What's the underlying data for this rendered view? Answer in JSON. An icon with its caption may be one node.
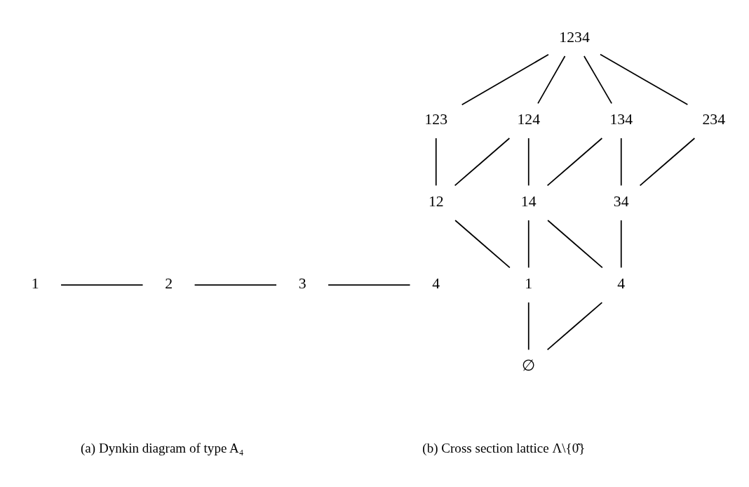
{
  "diagram": {
    "nodes": [
      {
        "text": [
          "1"
        ]
      },
      {
        "text": [
          "2"
        ]
      },
      {
        "text": [
          "3"
        ]
      },
      {
        "text": [
          "4"
        ]
      },
      {
        "text": [
          "1234"
        ]
      },
      {
        "text": [
          "123"
        ]
      },
      {
        "text": [
          "124"
        ]
      },
      {
        "text": [
          "134"
        ]
      },
      {
        "text": [
          "234"
        ]
      },
      {
        "text": [
          "12"
        ]
      },
      {
        "text": [
          "14"
        ]
      },
      {
        "text": [
          "34"
        ]
      },
      {
        "text": [
          "1"
        ]
      },
      {
        "text": [
          "4"
        ]
      },
      {
        "text": [
          "∅"
        ]
      }
    ],
    "edges": [
      {
        "from": 0,
        "to": 1,
        "arrow": "none"
      },
      {
        "from": 1,
        "to": 2,
        "arrow": "none"
      },
      {
        "from": 2,
        "to": 3,
        "arrow": "none"
      },
      {
        "from": 4,
        "to": 5,
        "arrow": "none"
      },
      {
        "from": 4,
        "to": 6,
        "arrow": "none"
      },
      {
        "from": 4,
        "to": 7,
        "arrow": "none"
      },
      {
        "from": 4,
        "to": 8,
        "arrow": "none"
      },
      {
        "from": 5,
        "to": 9,
        "arrow": "none"
      },
      {
        "from": 6,
        "to": 9,
        "arrow": "none"
      },
      {
        "from": 6,
        "to": 10,
        "arrow": "none"
      },
      {
        "from": 7,
        "to": 10,
        "arrow": "none"
      },
      {
        "from": 7,
        "to": 11,
        "arrow": "none"
      },
      {
        "from": 8,
        "to": 11,
        "arrow": "none"
      },
      {
        "from": 9,
        "to": 12,
        "arrow": "none"
      },
      {
        "from": 10,
        "to": 12,
        "arrow": "none"
      },
      {
        "from": 10,
        "to": 13,
        "arrow": "none"
      },
      {
        "from": 11,
        "to": 13,
        "arrow": "none"
      },
      {
        "from": 12,
        "to": 14,
        "arrow": "none"
      },
      {
        "from": 13,
        "to": 14,
        "arrow": "none"
      }
    ],
    "labels": [
      "(a) Dynkin diagram of type A₄",
      "(b) Cross section lattice Λ\\{0̂}"
    ]
  }
}
